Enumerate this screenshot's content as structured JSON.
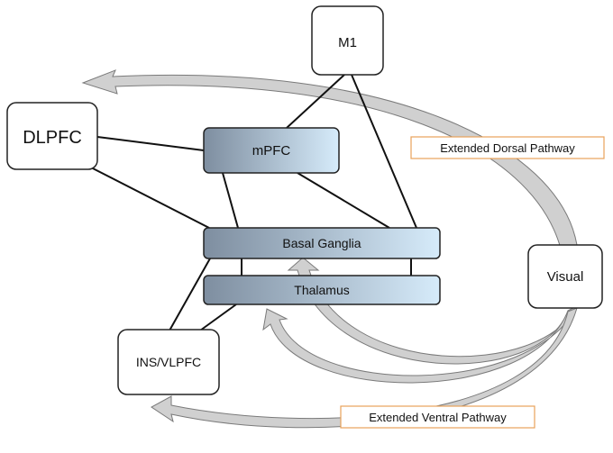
{
  "nodes": {
    "m1": "M1",
    "dlpfc": "DLPFC",
    "mpfc": "mPFC",
    "basal_ganglia": "Basal Ganglia",
    "thalamus": "Thalamus",
    "ins_vlpfc": "INS/VLPFC",
    "visual": "Visual"
  },
  "pathways": {
    "dorsal": "Extended Dorsal Pathway",
    "ventral": "Extended Ventral Pathway"
  },
  "colors": {
    "box_border": "#222222",
    "gradient_dark": "#7e8ea0",
    "gradient_light": "#d6ebfa",
    "arrow_fill": "#d0d0d0",
    "arrow_stroke": "#7a7a7a",
    "pathway_border": "#e8a25a"
  }
}
